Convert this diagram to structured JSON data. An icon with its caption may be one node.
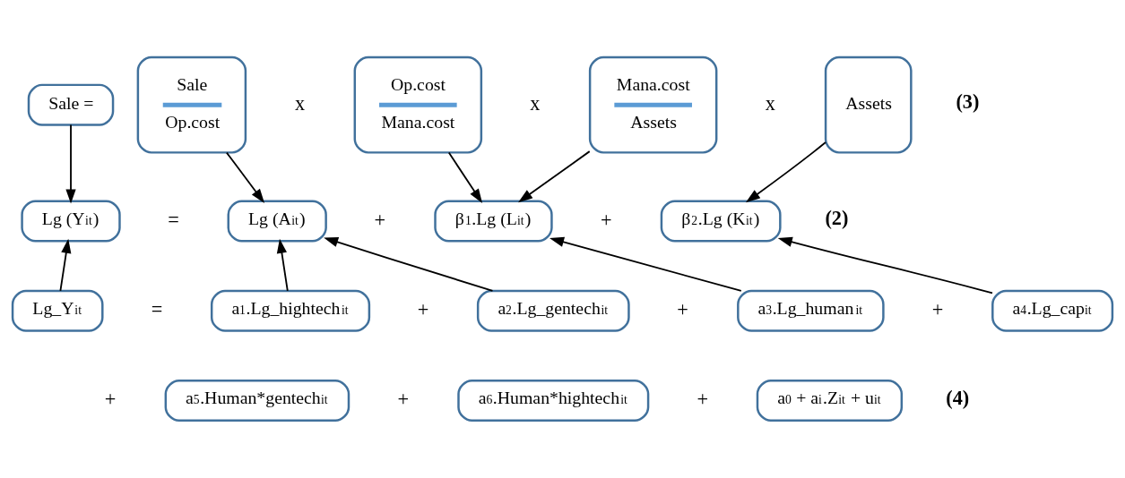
{
  "diagram": {
    "nodes": [
      {
        "text": [
          "Sale ="
        ]
      },
      {
        "text": [
          "Sale",
          "Op.cost"
        ]
      },
      {
        "text": [
          "Op.cost",
          "Mana.cost"
        ]
      },
      {
        "text": [
          "Mana.cost",
          "Assets"
        ]
      },
      {
        "text": [
          "Assets"
        ]
      },
      {
        "text": [
          "Lg (Y$_{it}$)"
        ]
      },
      {
        "text": [
          "Lg (A$_{it}$)"
        ]
      },
      {
        "text": [
          "β$_{1}$.Lg (L$_{it}$)"
        ]
      },
      {
        "text": [
          "β$_{2}$.Lg (K$_{it}$)"
        ]
      },
      {
        "text": [
          "Lg_Y$_{it}$"
        ]
      },
      {
        "text": [
          "a$_{1}$.Lg_hightech$_{it}$"
        ]
      },
      {
        "text": [
          "a$_{2}$.Lg_gentech$_{it}$"
        ]
      },
      {
        "text": [
          "a$_{3}$.Lg_human$_{it}$"
        ]
      },
      {
        "text": [
          "a$_{4}$.Lg_cap$_{it}$"
        ]
      },
      {
        "text": [
          "a$_{5}$.Human*gentech$_{it}$"
        ]
      },
      {
        "text": [
          "a$_{6}$.Human*hightech$_{it}$"
        ]
      },
      {
        "text": [
          "a$_{0}$ + a$_{i}$.Z$_{it}$ + u$_{it}$"
        ]
      }
    ],
    "edges": [
      {
        "from": 0,
        "to": 5,
        "arrow": "to"
      },
      {
        "from": 1,
        "to": 6,
        "arrow": "to"
      },
      {
        "from": 2,
        "to": 7,
        "arrow": "to"
      },
      {
        "from": 3,
        "to": 7,
        "arrow": "to"
      },
      {
        "from": 4,
        "to": 8,
        "arrow": "to"
      },
      {
        "from": 9,
        "to": 5,
        "arrow": "to"
      },
      {
        "from": 10,
        "to": 6,
        "arrow": "to"
      },
      {
        "from": 11,
        "to": 6,
        "arrow": "to"
      },
      {
        "from": 12,
        "to": 7,
        "arrow": "to"
      },
      {
        "from": 13,
        "to": 8,
        "arrow": "to"
      }
    ],
    "labels": [
      "x",
      "x",
      "x",
      "(3)",
      "=",
      "+",
      "+",
      "(2)",
      "=",
      "+",
      "+",
      "+",
      "+",
      "+",
      "+",
      "(4)"
    ]
  }
}
